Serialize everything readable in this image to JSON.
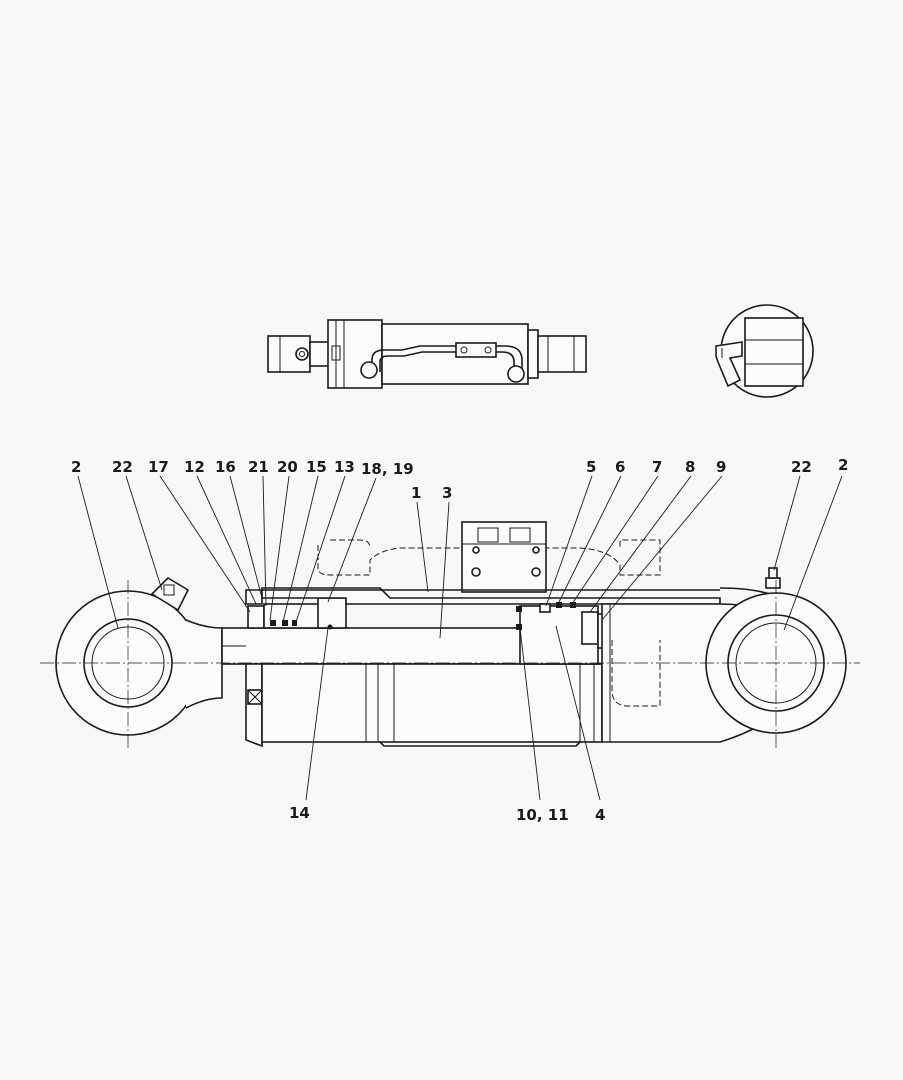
{
  "callouts": {
    "top_left": [
      "2",
      "22",
      "17",
      "12",
      "16",
      "21",
      "20",
      "15",
      "13",
      "18, 19",
      "1",
      "3"
    ],
    "top_right": [
      "5",
      "6",
      "7",
      "8",
      "9",
      "22",
      "2"
    ],
    "bottom": [
      "14",
      "10, 11",
      "4"
    ]
  }
}
